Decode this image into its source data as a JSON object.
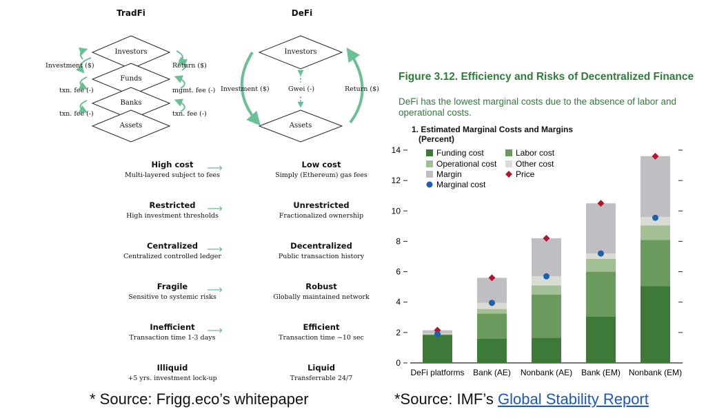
{
  "left": {
    "tradfi_title": "TradFi",
    "defi_title": "DeFi",
    "tradfi_nodes": [
      "Investors",
      "Funds",
      "Banks",
      "Assets"
    ],
    "tradfi_labels": {
      "investment": "Investment ($)",
      "return": "Return ($)",
      "txn_fee_1": "txn. fee (-)",
      "mgmt_fee": "mgmt. fee (-)",
      "txn_fee_2": "txn. fee (-)",
      "txn_fee_3": "txn. fee (-)"
    },
    "defi_nodes": [
      "Investors",
      "Assets"
    ],
    "defi_labels": {
      "investment": "Investment ($)",
      "gwei": "Gwei (-)",
      "return": "Return ($)"
    },
    "comparisons": [
      {
        "left_title": "High cost",
        "left_sub": "Multi-layered subject to fees",
        "right_title": "Low cost",
        "right_sub": "Simply (Ethereum) gas fees",
        "arrow": "⟶"
      },
      {
        "left_title": "Restricted",
        "left_sub": "High investment thresholds",
        "right_title": "Unrestricted",
        "right_sub": "Fractionalized ownership",
        "arrow": "⟶"
      },
      {
        "left_title": "Centralized",
        "left_sub": "Centralized controlled ledger",
        "right_title": "Decentralized",
        "right_sub": "Public transaction history",
        "arrow": "⟶"
      },
      {
        "left_title": "Fragile",
        "left_sub": "Sensitive to systemic risks",
        "right_title": "Robust",
        "right_sub": "Globally maintained network",
        "arrow": "⟶"
      },
      {
        "left_title": "Inefficient",
        "left_sub": "Transaction time 1-3 days",
        "right_title": "Efficient",
        "right_sub": "Transaction time ~10 sec",
        "arrow": "⟶"
      },
      {
        "left_title": "Illiquid",
        "left_sub": "+5 yrs. investment lock-up",
        "right_title": "Liquid",
        "right_sub": "Transferrable 24/7",
        "arrow": ""
      }
    ],
    "source": "* Source: Frigg.eco’s whitepaper"
  },
  "right": {
    "figure_title": "Figure 3.12. Efficiency and Risks of Decentralized Finance",
    "figure_subtitle": "DeFi has the lowest marginal costs due to the absence of labor and operational costs.",
    "source_prefix": "*Source: IMF’s ",
    "source_link": "Global Stability Report"
  },
  "colors": {
    "funding": "#3d7a37",
    "labor": "#6a9b5c",
    "operational": "#a3bf94",
    "other": "#d9dcd2",
    "margin": "#bfbfc3",
    "price": "#b3152b",
    "marginal": "#1f5fae",
    "green_title": "#2f7d3a",
    "arrow_green": "#6bbf94"
  },
  "chart_data": {
    "type": "bar",
    "stacked": true,
    "title": "1. Estimated Marginal Costs and Margins",
    "subtitle": "(Percent)",
    "categories": [
      "DeFi platforms",
      "Bank (AE)",
      "Nonbank (AE)",
      "Bank (EM)",
      "Nonbank (EM)"
    ],
    "ylim": [
      0,
      14
    ],
    "yticks": [
      0,
      2,
      4,
      6,
      8,
      10,
      12,
      14
    ],
    "series": [
      {
        "name": "Funding cost",
        "values": [
          1.85,
          1.6,
          1.65,
          3.05,
          5.05
        ]
      },
      {
        "name": "Labor cost",
        "values": [
          0,
          1.65,
          2.85,
          2.95,
          3.05
        ]
      },
      {
        "name": "Operational cost",
        "values": [
          0.05,
          0.3,
          0.6,
          0.85,
          0.95
        ]
      },
      {
        "name": "Other cost",
        "values": [
          0.05,
          0.4,
          0.6,
          0.35,
          0.55
        ]
      },
      {
        "name": "Margin",
        "values": [
          0.2,
          1.65,
          2.5,
          3.3,
          4.0
        ]
      }
    ],
    "markers": [
      {
        "name": "Price",
        "values": [
          2.15,
          5.6,
          8.2,
          10.5,
          13.6
        ]
      },
      {
        "name": "Marginal cost",
        "values": [
          1.9,
          3.95,
          5.7,
          7.2,
          9.55
        ]
      }
    ],
    "legend_position": "top-left"
  }
}
